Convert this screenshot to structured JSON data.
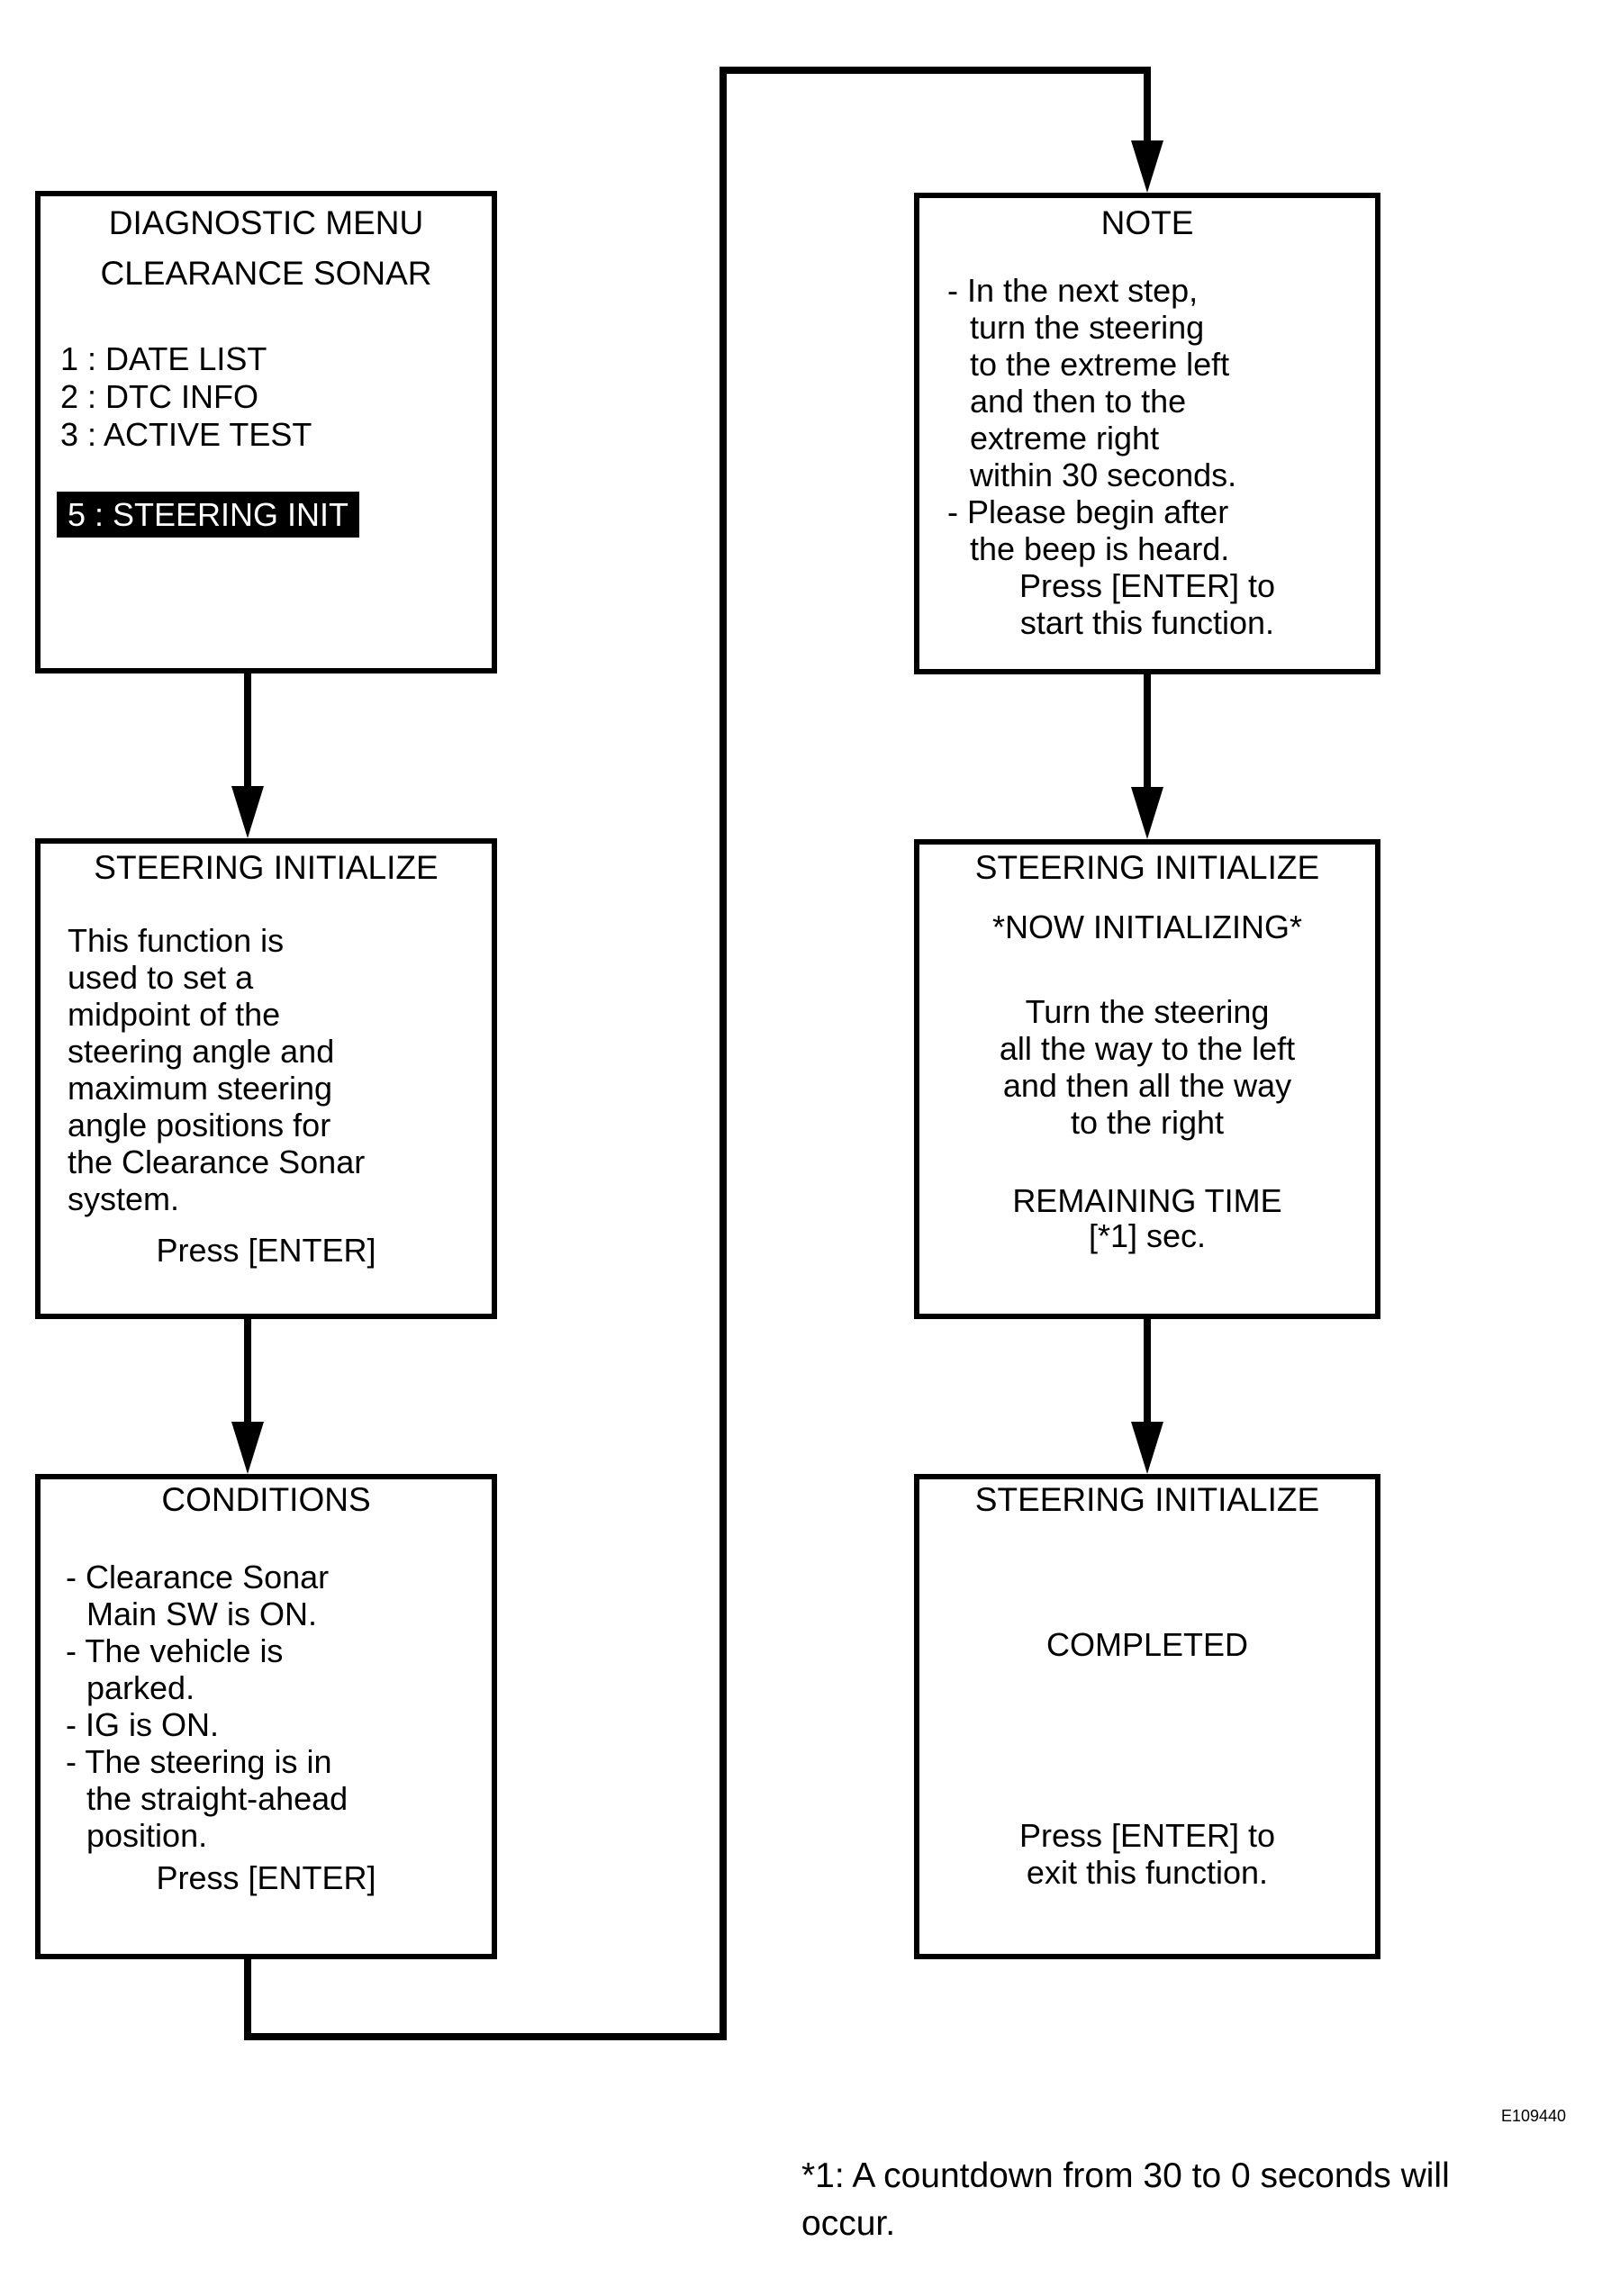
{
  "page": {
    "background": "#ffffff",
    "ink": "#000000"
  },
  "figure_label": "E109440",
  "footnote": {
    "lines": [
      "*1: A countdown from 30 to 0 seconds will",
      "occur."
    ]
  },
  "boxes": {
    "diagnostic_menu": {
      "title_lines": [
        "DIAGNOSTIC MENU",
        "CLEARANCE SONAR"
      ],
      "items": [
        "1 : DATE LIST",
        "2 : DTC INFO",
        "3 : ACTIVE TEST"
      ],
      "selected_item": "5 : STEERING INIT",
      "highlight": {
        "bg": "#000000",
        "fg": "#ffffff"
      }
    },
    "steering_initialize": {
      "title": "STEERING INITIALIZE",
      "body_lines": [
        "This function is",
        "used to set a",
        "midpoint of the",
        "steering angle and",
        "maximum steering",
        "angle positions for",
        "the Clearance Sonar",
        "system."
      ],
      "action": "Press [ENTER]"
    },
    "conditions": {
      "title": "CONDITIONS",
      "body_lines": [
        "- Clearance Sonar",
        "Main SW is ON.",
        "- The vehicle is",
        "parked.",
        "- IG is ON.",
        "- The steering is in",
        "the straight-ahead",
        "position."
      ],
      "action": "Press [ENTER]"
    },
    "note": {
      "title": "NOTE",
      "body_lines": [
        "- In the next step,",
        "turn the steering",
        "to the extreme left",
        "and then to the",
        "extreme right",
        "within 30 seconds.",
        "- Please begin after",
        "the beep is heard."
      ],
      "action_lines": [
        "Press [ENTER] to",
        "start this function."
      ]
    },
    "now_initializing": {
      "title": "STEERING INITIALIZE",
      "status": "*NOW INITIALIZING*",
      "body_lines": [
        "Turn the steering",
        "all the way to the left",
        "and then all the way",
        "to the right"
      ],
      "remaining_lines": [
        "REMAINING TIME",
        "[*1] sec."
      ]
    },
    "completed": {
      "title": "STEERING INITIALIZE",
      "status": "COMPLETED",
      "action_lines": [
        "Press [ENTER] to",
        "exit this function."
      ]
    }
  }
}
